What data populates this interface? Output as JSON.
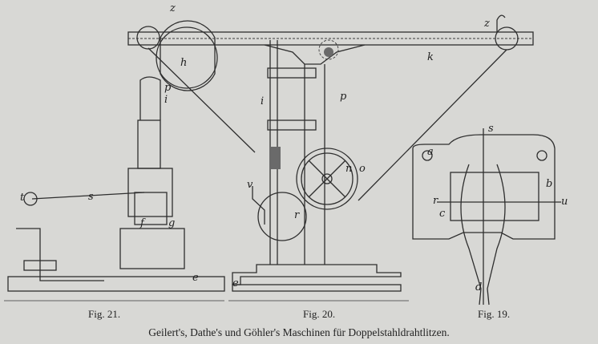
{
  "figures": [
    {
      "label": "Fig. 21."
    },
    {
      "label": "Fig. 20."
    },
    {
      "label": "Fig. 19."
    }
  ],
  "caption": "Geilert's, Dathe's und Göhler's Maschinen für Doppelstahldrahtlitzen.",
  "part_letters": {
    "z1": "z",
    "z2": "z",
    "h": "h",
    "k": "k",
    "p20": "p",
    "i20": "i",
    "n": "n",
    "o": "o",
    "v": "v",
    "r20": "r",
    "e20": "e",
    "p21": "p",
    "i21": "i",
    "t": "t",
    "s21": "s",
    "f": "f",
    "g": "g",
    "e21": "e",
    "s19": "s",
    "a": "a",
    "b": "b",
    "c": "c",
    "r19": "r",
    "u": "u",
    "d": "d"
  }
}
